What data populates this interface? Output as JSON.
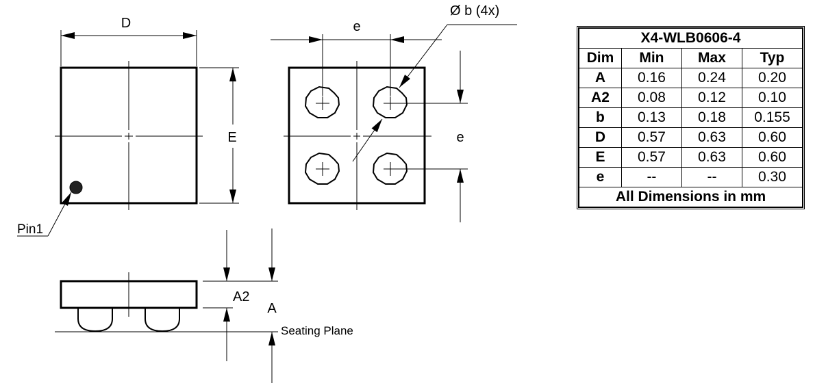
{
  "labels": {
    "D": "D",
    "E": "E",
    "e_top": "e",
    "e_right": "e",
    "ball_callout": "Ø b (4x)",
    "pin1": "Pin1",
    "A2": "A2",
    "A": "A",
    "seating_plane": "Seating Plane"
  },
  "table": {
    "title": "X4-WLB0606-4",
    "headers": [
      "Dim",
      "Min",
      "Max",
      "Typ"
    ],
    "rows": [
      [
        "A",
        "0.16",
        "0.24",
        "0.20"
      ],
      [
        "A2",
        "0.08",
        "0.12",
        "0.10"
      ],
      [
        "b",
        "0.13",
        "0.18",
        "0.155"
      ],
      [
        "D",
        "0.57",
        "0.63",
        "0.60"
      ],
      [
        "E",
        "0.57",
        "0.63",
        "0.60"
      ],
      [
        "e",
        "--",
        "--",
        "0.30"
      ]
    ],
    "footer": "All Dimensions in mm"
  }
}
